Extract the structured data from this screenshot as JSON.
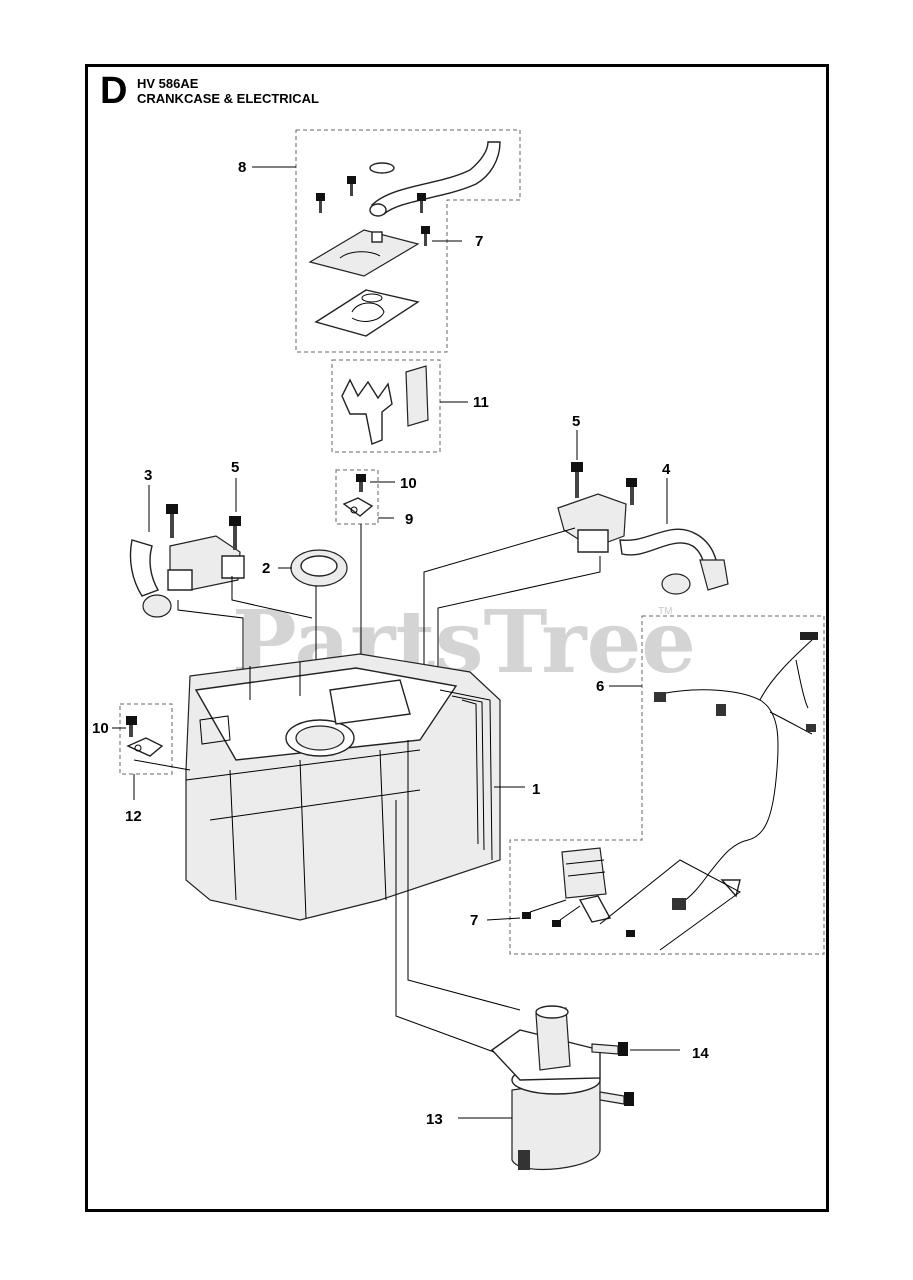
{
  "header": {
    "section_letter": "D",
    "model": "HV 586AE",
    "title": "CRANKCASE & ELECTRICAL"
  },
  "watermark": {
    "text": "PartsTree",
    "trademark": "TM"
  },
  "callouts": {
    "c1": "1",
    "c2": "2",
    "c3": "3",
    "c4": "4",
    "c5_left": "5",
    "c5_right": "5",
    "c6": "6",
    "c7_top": "7",
    "c7_bottom": "7",
    "c8": "8",
    "c9": "9",
    "c10_top": "10",
    "c10_left": "10",
    "c11": "11",
    "c12": "12",
    "c13": "13",
    "c14": "14"
  },
  "parts": [
    {
      "callout": "1",
      "icon": "crankcase-icon"
    },
    {
      "callout": "2",
      "icon": "oil-seal-icon"
    },
    {
      "callout": "3",
      "icon": "ignition-coil-icon"
    },
    {
      "callout": "4",
      "icon": "ignition-coil-icon"
    },
    {
      "callout": "5",
      "icon": "bolt-icon"
    },
    {
      "callout": "6",
      "icon": "wiring-harness-icon"
    },
    {
      "callout": "7",
      "icon": "screw-icon"
    },
    {
      "callout": "8",
      "icon": "breather-assembly-icon"
    },
    {
      "callout": "9",
      "icon": "bracket-icon"
    },
    {
      "callout": "10",
      "icon": "screw-icon"
    },
    {
      "callout": "11",
      "icon": "bracket-icon"
    },
    {
      "callout": "12",
      "icon": "bracket-icon"
    },
    {
      "callout": "13",
      "icon": "starter-motor-icon"
    },
    {
      "callout": "14",
      "icon": "bolt-icon"
    }
  ]
}
